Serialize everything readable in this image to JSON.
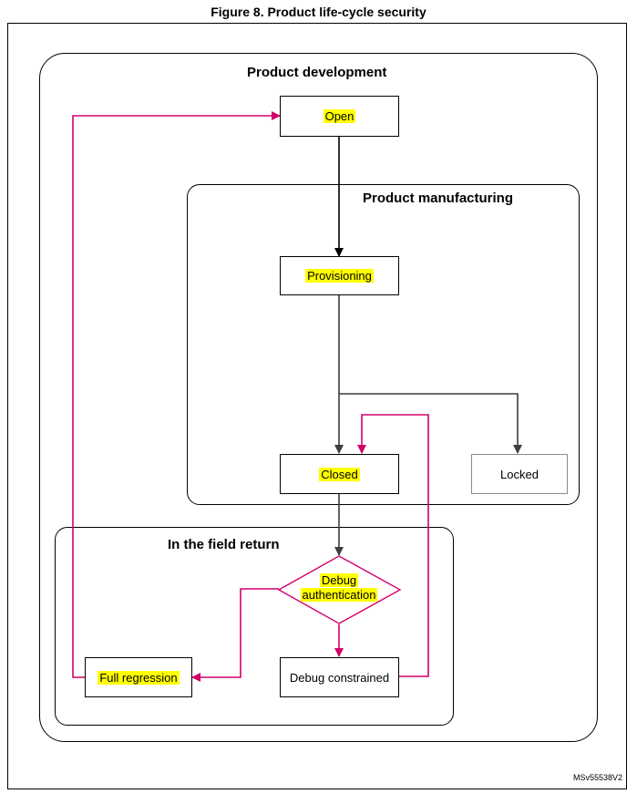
{
  "figure": {
    "title": "Figure 8. Product life-cycle security",
    "reference_code": "MSv55538V2"
  },
  "containers": {
    "development": "Product development",
    "manufacturing": "Product manufacturing",
    "field_return": "In the field return"
  },
  "nodes": {
    "open": "Open",
    "provisioning": "Provisioning",
    "closed": "Closed",
    "locked": "Locked",
    "debug_authentication_line1": "Debug",
    "debug_authentication_line2": "authentication",
    "debug_constrained": "Debug constrained",
    "full_regression": "Full regression"
  },
  "colors": {
    "highlight": "#ffff00",
    "accent_path": "#d4006a",
    "normal_path": "#000000"
  }
}
